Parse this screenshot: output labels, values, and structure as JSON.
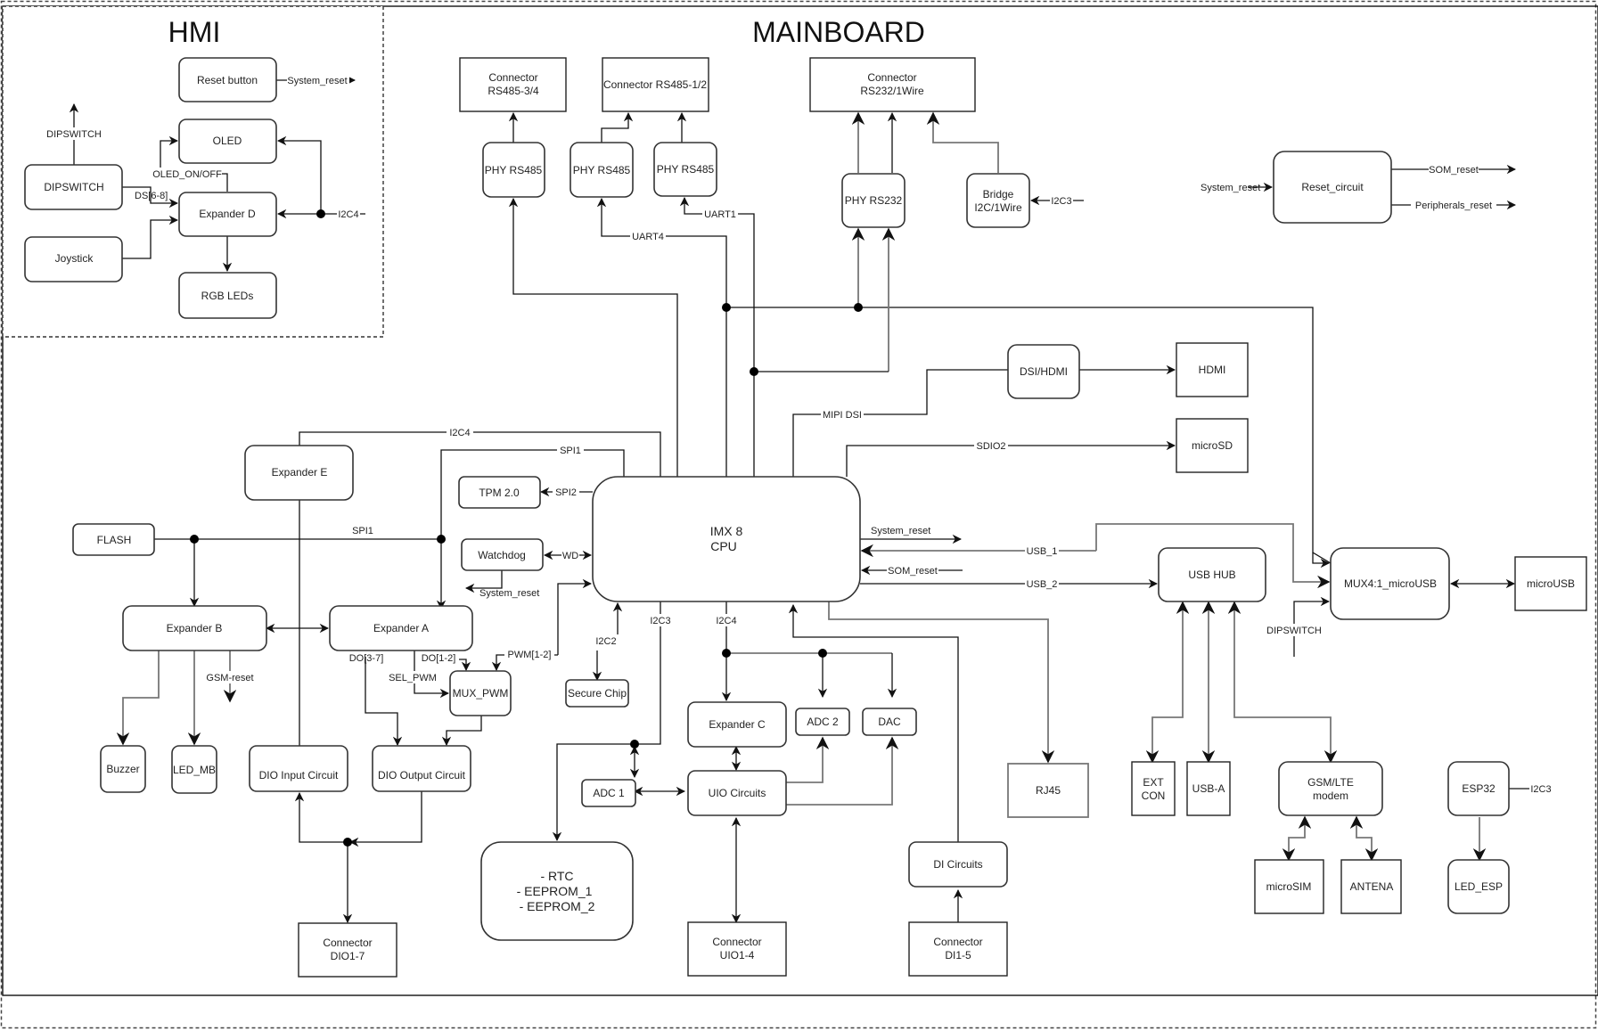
{
  "hmi": {
    "title": "HMI",
    "blocks": {
      "reset_button": "Reset button",
      "oled": "OLED",
      "dipswitch": "DIPSWITCH",
      "expander_d": "Expander D",
      "joystick": "Joystick",
      "rgb_leds": "RGB LEDs"
    },
    "signals": {
      "system_reset": "System_reset",
      "dipswitch_out": "DIPSWITCH",
      "oled_on_off": "OLED_ON/OFF",
      "ds_6_8": "DS[6-8]",
      "i2c4": "I2C4"
    }
  },
  "mainboard": {
    "title": "MAINBOARD",
    "blocks": {
      "conn_rs485_34": [
        "Connector",
        "RS485-3/4"
      ],
      "conn_rs485_12": "Connector RS485-1/2",
      "conn_rs232": [
        "Connector",
        "RS232/1Wire"
      ],
      "phy_rs485_1": "PHY RS485",
      "phy_rs485_2": "PHY RS485",
      "phy_rs485_3": "PHY RS485",
      "phy_rs232": "PHY RS232",
      "bridge": [
        "Bridge",
        "I2C/1Wire"
      ],
      "reset_circuit": "Reset_circuit",
      "dsi_hdmi": "DSI/HDMI",
      "hdmi": "HDMI",
      "microsd": "microSD",
      "cpu": [
        "IMX 8",
        "CPU"
      ],
      "expander_e": "Expander E",
      "tpm": "TPM 2.0",
      "flash": "FLASH",
      "watchdog": "Watchdog",
      "expander_b": "Expander B",
      "expander_a": "Expander A",
      "mux_pwm": "MUX_PWM",
      "secure_chip": "Secure Chip",
      "buzzer": "Buzzer",
      "led_mb": "LED_MB",
      "dio_input": "DIO Input Circuit",
      "dio_output": "DIO Output Circuit",
      "conn_dio": [
        "Connector",
        "DIO1-7"
      ],
      "rtc_eeprom": [
        "- RTC",
        "- EEPROM_1",
        "- EEPROM_2"
      ],
      "expander_c": "Expander C",
      "adc2": "ADC 2",
      "dac": "DAC",
      "adc1": "ADC 1",
      "uio_circuits": "UIO Circuits",
      "conn_uio": [
        "Connector",
        "UIO1-4"
      ],
      "di_circuits": "DI Circuits",
      "conn_di": [
        "Connector",
        "DI1-5"
      ],
      "rj45": "RJ45",
      "usb_hub": "USB HUB",
      "mux_microusb": "MUX4:1_microUSB",
      "microusb": "microUSB",
      "ext_con": [
        "EXT",
        "CON"
      ],
      "usb_a": "USB-A",
      "gsm_modem": [
        "GSM/LTE",
        "modem"
      ],
      "microsim": "microSIM",
      "antena": "ANTENA",
      "esp32": "ESP32",
      "led_esp": "LED_ESP"
    },
    "signals": {
      "uart1": "UART1",
      "uart4": "UART4",
      "i2c3_bridge": "I2C3",
      "system_reset_in": "System_reset",
      "som_reset": "SOM_reset",
      "peripherals_reset": "Peripherals_reset",
      "mipi_dsi": "MIPI DSI",
      "sdio2": "SDIO2",
      "i2c4_top": "I2C4",
      "spi1_top": "SPI1",
      "spi1_mid": "SPI1",
      "spi2": "SPI2",
      "wd": "WD",
      "system_reset_wd": "System_reset",
      "system_reset_cpu": "System_reset",
      "usb_1": "USB_1",
      "som_reset_cpu": "SOM_reset",
      "usb_2": "USB_2",
      "pwm": "PWM[1-2]",
      "i2c2": "I2C2",
      "i2c3_cpu": "I2C3",
      "i2c4_cpu": "I2C4",
      "gsm_reset": "GSM-reset",
      "do_3_7": "DO[3-7]",
      "do_1_2": "DO[1-2]",
      "sel_pwm": "SEL_PWM",
      "dipswitch_mux": "DIPSWITCH",
      "i2c3_esp": "I2C3"
    }
  }
}
